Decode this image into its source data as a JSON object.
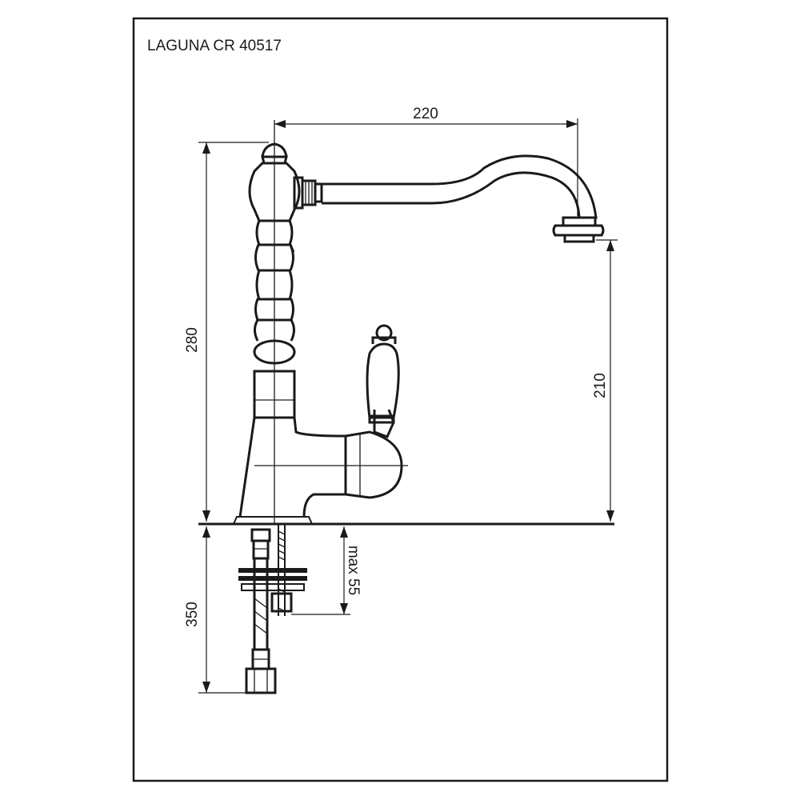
{
  "drawing": {
    "title": "LAGUNA CR 40517",
    "colors": {
      "line": "#1a1a1a",
      "background": "#ffffff"
    },
    "dimensions": {
      "spout_reach": "220",
      "total_height": "280",
      "spout_height": "210",
      "below_deck_length": "350",
      "max_deck_thickness": "max 55"
    }
  }
}
